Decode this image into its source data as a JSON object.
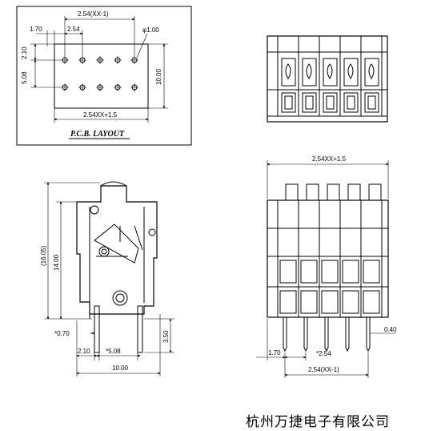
{
  "pcb_layout": {
    "title": "P.C.B. LAYOUT",
    "dim_pitch_top": "2.54(XX-1)",
    "dim_pitch": "2.54",
    "dim_margin_left": "1.70",
    "dim_hole": "φ1.00",
    "dim_row_offset": "2.10",
    "dim_row_spacing": "5.08",
    "dim_height": "10.00",
    "dim_total_width": "2.54XX+1.5"
  },
  "side_view": {
    "dim_overall_height": "(16.05)",
    "dim_body_height": "14.00",
    "dim_pin_offset": "*0.70",
    "dim_pin_length": "3.50",
    "dim_front_offset": "2.10",
    "dim_pin_spacing": "*5.08",
    "dim_depth": "10.00"
  },
  "front_view": {
    "dim_total_width": "2.54XX+1.5",
    "dim_pin_width": "0.40",
    "dim_margin": "1.70",
    "dim_pitch": "*2.54",
    "dim_pitch_total": "2.54(XX-1)"
  },
  "company": "杭州万捷电子有限公司"
}
